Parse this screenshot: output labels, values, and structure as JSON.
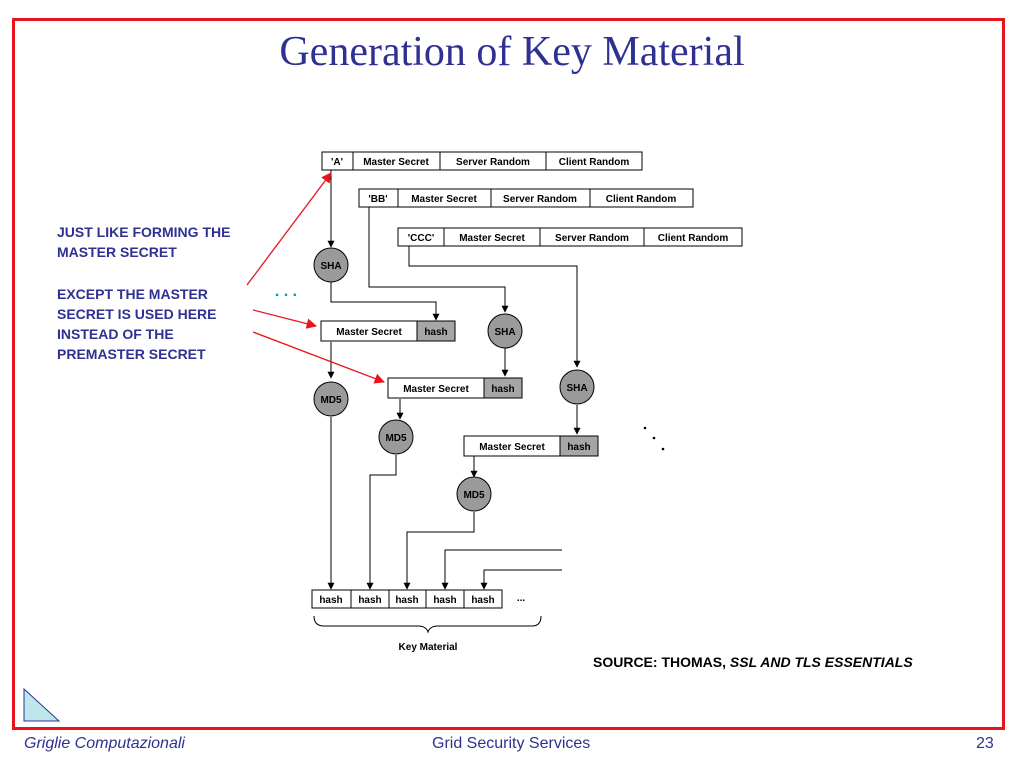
{
  "slide": {
    "title": "Generation of Key Material",
    "note_line1": "JUST LIKE FORMING THE MASTER SECRET",
    "note_line2": "EXCEPT THE MASTER SECRET IS USED HERE INSTEAD OF THE PREMASTER SECRET",
    "ellipsis": ". . .",
    "source_prefix": "SOURCE: THOMAS, ",
    "source_book": "SSL AND TLS ESSENTIALS",
    "footer_left": "Griglie Computazionali",
    "footer_center": "Grid Security Services",
    "page_number": "23"
  },
  "diagram": {
    "row_a": [
      "'A'",
      "Master Secret",
      "Server Random",
      "Client Random"
    ],
    "row_bb": [
      "'BB'",
      "Master Secret",
      "Server Random",
      "Client Random"
    ],
    "row_ccc": [
      "'CCC'",
      "Master Secret",
      "Server Random",
      "Client Random"
    ],
    "sha_label": "SHA",
    "md5_label": "MD5",
    "ms_label": "Master Secret",
    "hash_label": "hash",
    "output_cells": [
      "hash",
      "hash",
      "hash",
      "hash",
      "hash"
    ],
    "output_more": "...",
    "key_material_label": "Key Material"
  },
  "colors": {
    "frame": "#e8141b",
    "text_blue": "#2e3192",
    "arrow_red": "#e8141b",
    "node_gray": "#9a9a9a",
    "hash_gray": "#a6a6a6",
    "ellipsis_teal": "#00a0a0"
  }
}
